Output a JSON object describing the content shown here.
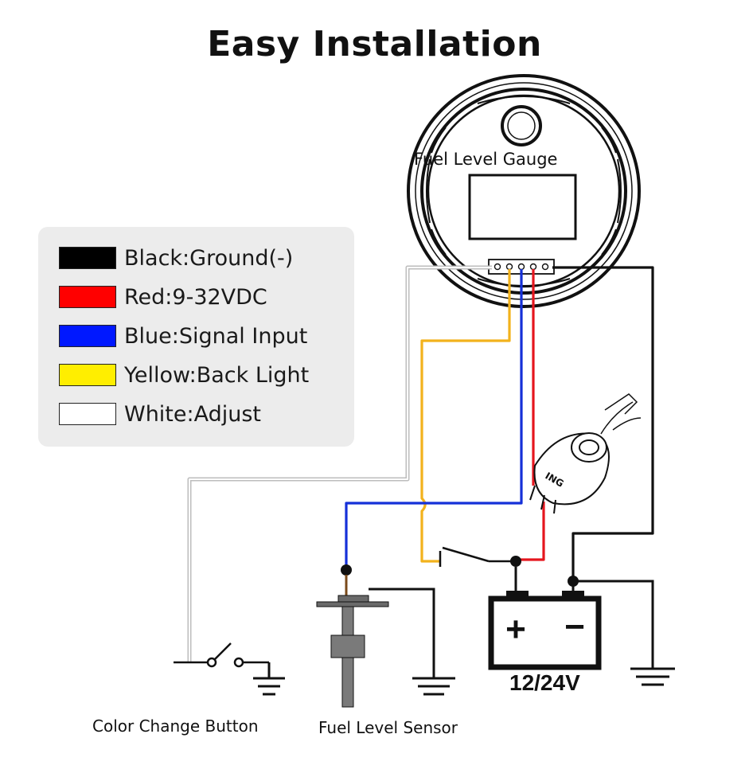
{
  "title": "Easy Installation",
  "gauge": {
    "label": "Fuel Level Gauge"
  },
  "legend": [
    {
      "label": "Black:Ground(-)",
      "color": "#000000"
    },
    {
      "label": "Red:9-32VDC",
      "color": "#ff0000"
    },
    {
      "label": "Blue:Signal Input",
      "color": "#0018ff"
    },
    {
      "label": "Yellow:Back Light",
      "color": "#ffee00"
    },
    {
      "label": "White:Adjust",
      "color": "#ffffff"
    }
  ],
  "switch": {
    "label": "ING"
  },
  "battery": {
    "label": "12/24V",
    "plus": "+",
    "minus": "−"
  },
  "captions": {
    "button": "Color Change Button",
    "sensor": "Fuel Level Sensor"
  },
  "wire_colors": {
    "black": "#111111",
    "red": "#e5161e",
    "blue": "#1530d8",
    "yellow": "#f2b21c",
    "white": "#bdbdbd"
  }
}
